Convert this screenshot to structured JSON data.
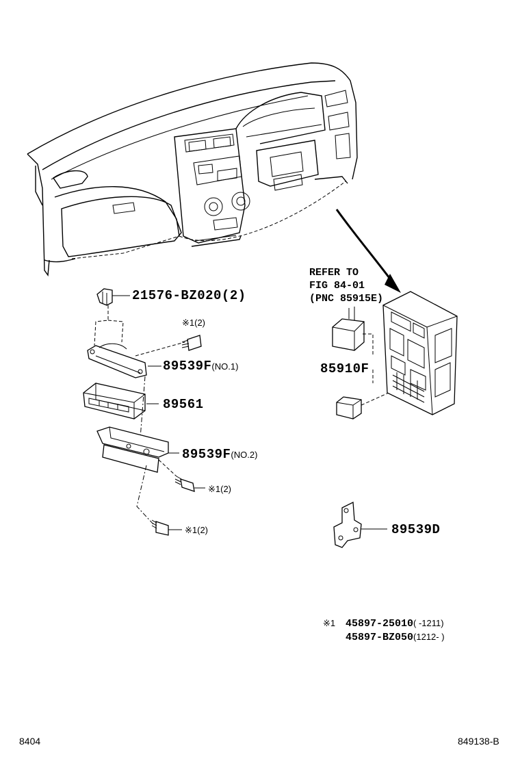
{
  "labels": {
    "clip": "21576-BZ020(2)",
    "bracket_no1": {
      "part": "89539F",
      "qualifier": "(NO.1)"
    },
    "ecu": "89561",
    "bracket_no2": {
      "part": "89539F",
      "qualifier": "(NO.2)"
    },
    "relay": "85910F",
    "bracket_d": "89539D",
    "screw_top": "※1(2)",
    "screw_mid": "※1(2)",
    "screw_low": "※1(2)"
  },
  "refer": {
    "line1": "REFER TO",
    "line2": "FIG 84-01",
    "line3": "(PNC 85915E)"
  },
  "footnote": {
    "marker": "※1",
    "rows": [
      {
        "part": "45897-25010",
        "range": "(    -1211)"
      },
      {
        "part": "45897-BZ050",
        "range": "(1212-    )"
      }
    ]
  },
  "footer": {
    "left": "8404",
    "right": "849138-B"
  }
}
